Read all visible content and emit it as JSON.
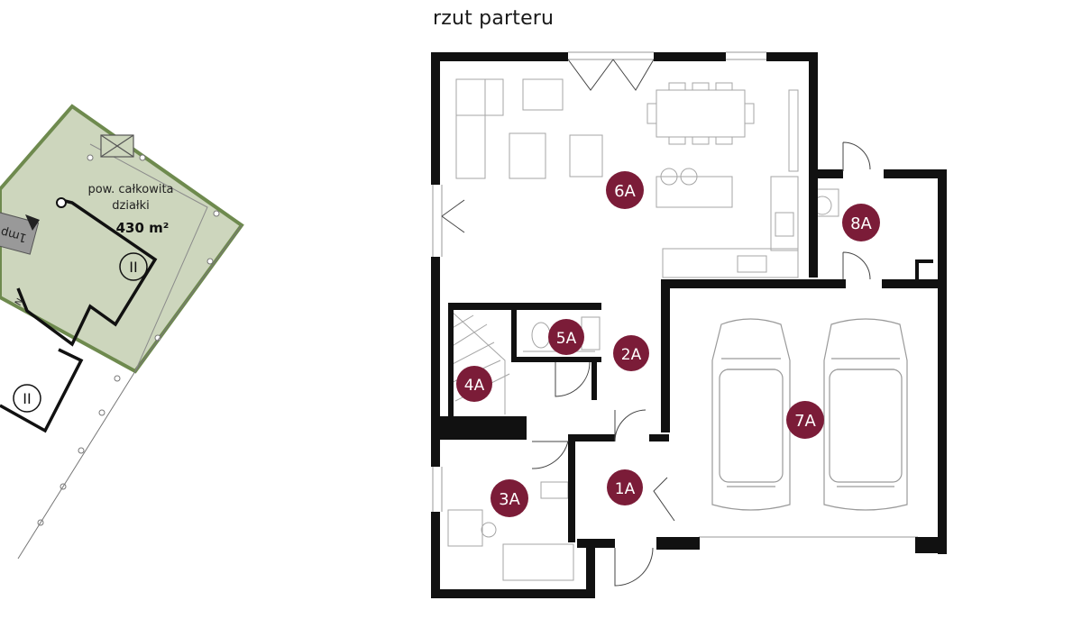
{
  "plan": {
    "title": "rzut parteru",
    "colors": {
      "wall": "#111111",
      "furniture": "#9a9a9a",
      "badge": "#7b1c38",
      "badge_text": "#ffffff",
      "plot_fill": "#cdd6bd",
      "plot_border": "#6e8a4e"
    },
    "rooms": [
      {
        "label": "6A"
      },
      {
        "label": "8A"
      },
      {
        "label": "5A"
      },
      {
        "label": "2A"
      },
      {
        "label": "4A"
      },
      {
        "label": "7A"
      },
      {
        "label": "3A"
      },
      {
        "label": "1A"
      }
    ]
  },
  "site": {
    "area_label_line1": "pow. całkowita",
    "area_label_line2": "działki",
    "area_value": "430 m²",
    "neighbor_tag": "1mp",
    "unit_marker": "II",
    "unit_marker_lower": "II",
    "north_tag": "N"
  }
}
